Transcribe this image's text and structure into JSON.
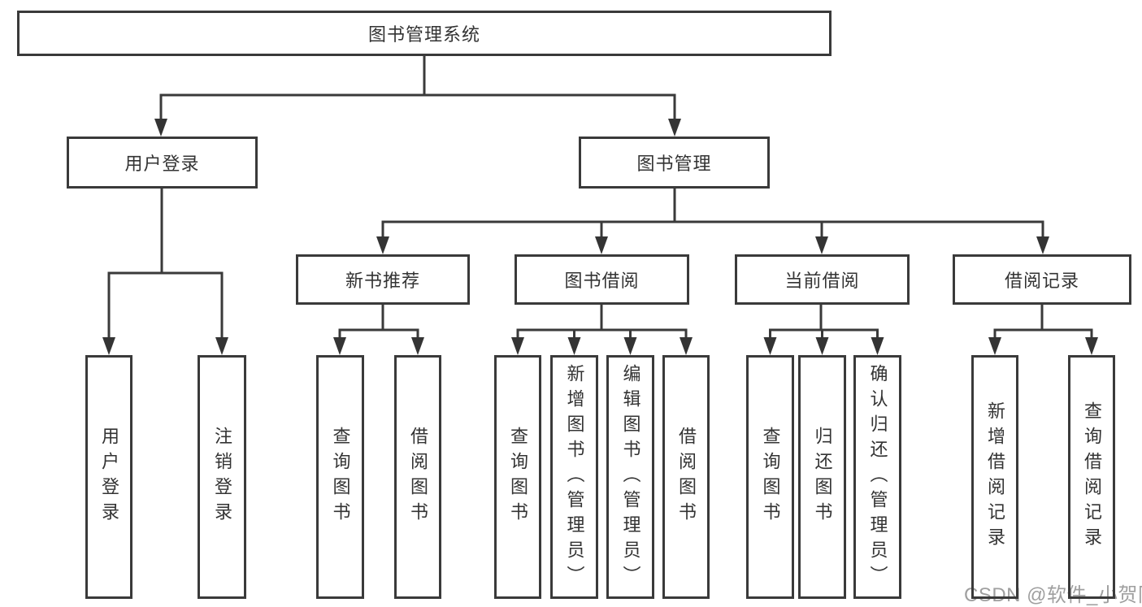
{
  "diagram": {
    "title": "图书管理系统",
    "root": {
      "label": "图书管理系统"
    },
    "branches": [
      {
        "label": "用户登录",
        "children": [
          {
            "label": "用户登录"
          },
          {
            "label": "注销登录"
          }
        ]
      },
      {
        "label": "图书管理",
        "children": [
          {
            "label": "新书推荐",
            "children": [
              {
                "label": "查询图书"
              },
              {
                "label": "借阅图书"
              }
            ]
          },
          {
            "label": "图书借阅",
            "children": [
              {
                "label": "查询图书"
              },
              {
                "label": "新增图书（管理员）"
              },
              {
                "label": "编辑图书（管理员）"
              },
              {
                "label": "借阅图书"
              }
            ]
          },
          {
            "label": "当前借阅",
            "children": [
              {
                "label": "查询图书"
              },
              {
                "label": "归还图书"
              },
              {
                "label": "确认归还（管理员）"
              }
            ]
          },
          {
            "label": "借阅记录",
            "children": [
              {
                "label": "新增借阅记录"
              },
              {
                "label": "查询借阅记录"
              }
            ]
          }
        ]
      }
    ]
  },
  "colors": {
    "line": "#3a3a3a",
    "text": "#333333",
    "watermark_text": "#9a9a9a"
  },
  "watermark": "CSDN @软件_小贺同学"
}
